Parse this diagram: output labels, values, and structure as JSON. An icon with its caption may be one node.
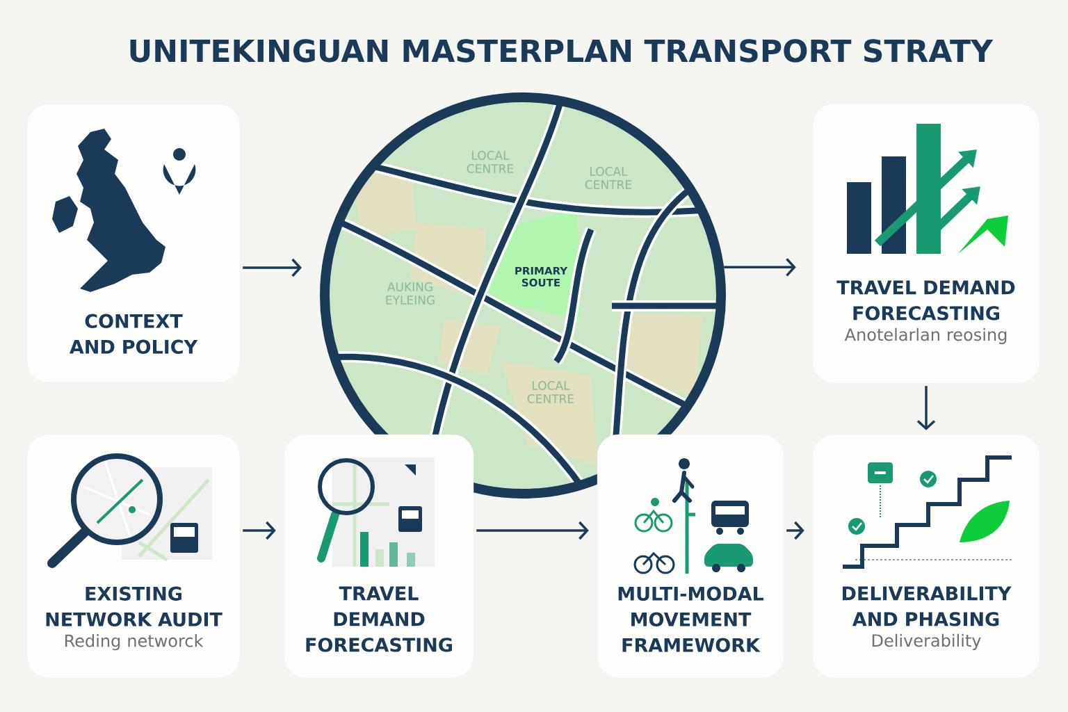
{
  "diagram": {
    "title": "UNITEKINGUAN MASTERPLAN TRANSPORT STRATY",
    "nodes": [
      {
        "text": [
          "CONTEXT AND POLICY"
        ]
      },
      {
        "text": [
          "LOCAL CENTRE",
          "LOCAL CENTRE",
          "PRIMARY SOUTE",
          "AUKING EYLEING",
          "LOCAL CENTRE"
        ]
      },
      {
        "text": [
          "TRAVEL DEMAND FORECASTING",
          "Anotelarlan reosing"
        ]
      },
      {
        "text": [
          "EXISTING NETWORK AUDIT",
          "Reding networck"
        ]
      },
      {
        "text": [
          "TRAVEL DEMAND FORECASTING"
        ]
      },
      {
        "text": [
          "MULTI-MODAL MOVEMENT FRAMEWORK"
        ]
      },
      {
        "text": [
          "DELIVERABILITY AND PHASING",
          "Deliverability"
        ]
      }
    ],
    "edges": [
      {
        "from": 0,
        "to": 1,
        "arrow": "to"
      },
      {
        "from": 1,
        "to": 2,
        "arrow": "to"
      },
      {
        "from": 2,
        "to": 6,
        "arrow": "to"
      },
      {
        "from": 3,
        "to": 4,
        "arrow": "to"
      },
      {
        "from": 4,
        "to": 5,
        "arrow": "to"
      },
      {
        "from": 5,
        "to": 6,
        "arrow": "to"
      }
    ]
  }
}
